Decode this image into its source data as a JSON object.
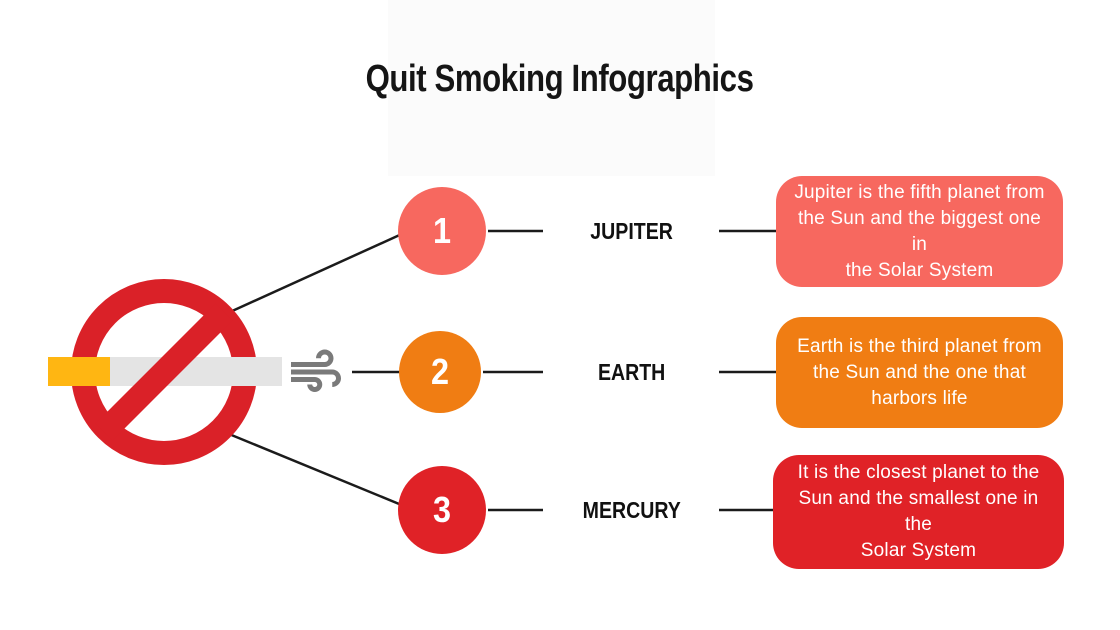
{
  "title": "Quit Smoking Infographics",
  "colors": {
    "salmon": "#F7685F",
    "orange": "#F07D13",
    "red": "#E02227",
    "prohibition_red": "#DA2128",
    "cigarette_body": "#E4E4E4",
    "cigarette_filter": "#FFB612",
    "wind_gray": "#7A7A7A",
    "connector_line": "#1B1B1B"
  },
  "icons": {
    "no_smoking": "no-smoking-sign",
    "wind": "wind-blow-icon"
  },
  "rows": [
    {
      "number": "1",
      "label": "JUPITER",
      "color": "#F7685F",
      "description": [
        "Jupiter is the fifth planet from",
        "the Sun and the biggest one in",
        "the Solar System"
      ]
    },
    {
      "number": "2",
      "label": "EARTH",
      "color": "#F07D13",
      "description": [
        "Earth is the third planet from",
        "the Sun and the one that",
        "harbors life"
      ]
    },
    {
      "number": "3",
      "label": "MERCURY",
      "color": "#E02227",
      "description": [
        "It is the closest planet to the",
        "Sun and the smallest one in the",
        "Solar System"
      ]
    }
  ]
}
